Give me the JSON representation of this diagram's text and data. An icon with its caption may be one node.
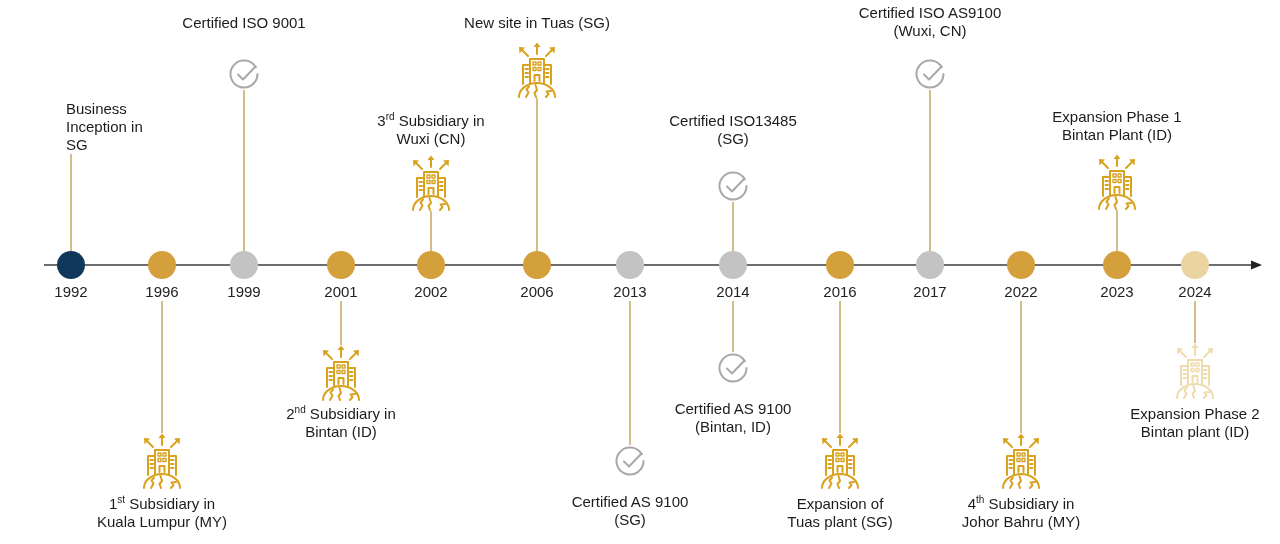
{
  "diagram": {
    "nodes": [
      {
        "text": [],
        "shape": "circle",
        "beside": [
          "1992"
        ]
      },
      {
        "text": [
          "Business Inception in SG"
        ]
      },
      {
        "text": [],
        "shape": "circle",
        "beside": [
          "1996"
        ]
      },
      {
        "text": [
          "1$^{st}$ Subsidiary in Kuala Lumpur (MY)"
        ]
      },
      {
        "text": [],
        "shape": "circle",
        "beside": [
          "1999"
        ]
      },
      {
        "text": [
          "Certified ISO 9001"
        ]
      },
      {
        "text": [],
        "shape": "circle",
        "beside": [
          "2001"
        ]
      },
      {
        "text": [
          "2$^{nd}$ Subsidiary in Bintan (ID)"
        ]
      },
      {
        "text": [],
        "shape": "circle",
        "beside": [
          "2002"
        ]
      },
      {
        "text": [
          "3$^{rd}$ Subsidiary in Wuxi (CN)"
        ]
      },
      {
        "text": [],
        "shape": "circle",
        "beside": [
          "2006"
        ]
      },
      {
        "text": [
          "New site in Tuas (SG)"
        ]
      },
      {
        "text": [],
        "shape": "circle",
        "beside": [
          "2013"
        ]
      },
      {
        "text": [
          "Certified AS 9100 (SG)"
        ]
      },
      {
        "text": [],
        "shape": "circle",
        "beside": [
          "2014"
        ]
      },
      {
        "text": [
          "Certified ISO13485 (SG)"
        ]
      },
      {
        "text": [
          "Certified AS 9100 (Bintan, ID)"
        ]
      },
      {
        "text": [],
        "shape": "circle",
        "beside": [
          "2016"
        ]
      },
      {
        "text": [
          "Expansion of Tuas plant (SG)"
        ]
      },
      {
        "text": [],
        "shape": "circle",
        "beside": [
          "2017"
        ]
      },
      {
        "text": [
          "Certified ISO AS9100 (Wuxi, CN)"
        ]
      },
      {
        "text": [],
        "shape": "circle",
        "beside": [
          "2022"
        ]
      },
      {
        "text": [
          "4$^{th}$ Subsidiary in Johor Bahru (MY)"
        ]
      },
      {
        "text": [],
        "shape": "circle",
        "beside": [
          "2023"
        ]
      },
      {
        "text": [
          "Expansion Phase 1 Bintan Plant (ID)"
        ]
      },
      {
        "text": [],
        "shape": "circle",
        "beside": [
          "2024"
        ]
      },
      {
        "text": [
          "Expansion Phase 2 Bintan plant (ID)"
        ]
      }
    ],
    "edges": [
      {
        "from": 0,
        "to": 1,
        "arrow": "none"
      },
      {
        "from": 2,
        "to": 3,
        "arrow": "none"
      },
      {
        "from": 4,
        "to": 5,
        "arrow": "none"
      },
      {
        "from": 6,
        "to": 7,
        "arrow": "none"
      },
      {
        "from": 8,
        "to": 9,
        "arrow": "none"
      },
      {
        "from": 10,
        "to": 11,
        "arrow": "none"
      },
      {
        "from": 12,
        "to": 13,
        "arrow": "none"
      },
      {
        "from": 14,
        "to": 15,
        "arrow": "none"
      },
      {
        "from": 14,
        "to": 16,
        "arrow": "none"
      },
      {
        "from": 17,
        "to": 18,
        "arrow": "none"
      },
      {
        "from": 19,
        "to": 20,
        "arrow": "none"
      },
      {
        "from": 21,
        "to": 22,
        "arrow": "none"
      },
      {
        "from": 23,
        "to": 24,
        "arrow": "none"
      },
      {
        "from": 25,
        "to": 26,
        "arrow": "none"
      }
    ]
  }
}
